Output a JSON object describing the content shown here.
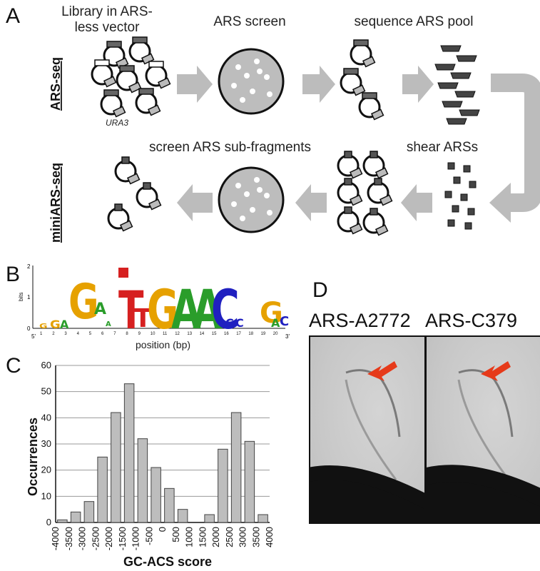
{
  "panels": {
    "A": {
      "letter": "A",
      "labels": {
        "library": "Library in ARS-less vector",
        "ars_screen": "ARS screen",
        "sequence_pool": "sequence ARS pool",
        "screen_subfragments": "screen ARS sub-fragments",
        "shear": "shear ARSs",
        "marker": "URA3",
        "row1": "ARS-seq",
        "row2": "miniARS-seq"
      }
    },
    "B": {
      "letter": "B",
      "ylabel": "bits",
      "yticks": [
        "0",
        "1",
        "2"
      ],
      "xlabel": "position (bp)",
      "positions": [
        "1",
        "2",
        "3",
        "4",
        "5",
        "6",
        "7",
        "8",
        "9",
        "10",
        "11",
        "12",
        "13",
        "14",
        "15",
        "16",
        "17",
        "18",
        "19",
        "20"
      ],
      "end5": "5'",
      "end3": "3'"
    },
    "C": {
      "letter": "C"
    },
    "D": {
      "letter": "D",
      "gels": [
        "ARS-A2772",
        "ARS-C379"
      ]
    }
  },
  "chart_data": {
    "type": "bar",
    "xlabel": "GC-ACS score",
    "ylabel": "Occurrences",
    "ylim": [
      0,
      60
    ],
    "yticks": [
      0,
      10,
      20,
      30,
      40,
      50,
      60
    ],
    "categories": [
      "-4000",
      "-3500",
      "-3000",
      "-2500",
      "-2000",
      "-1500",
      "-1000",
      "-500",
      "0",
      "500",
      "1000",
      "1500",
      "2000",
      "2500",
      "3000",
      "3500",
      "4000"
    ],
    "values": [
      1,
      4,
      8,
      25,
      42,
      53,
      32,
      21,
      13,
      5,
      0,
      3,
      28,
      42,
      31,
      3
    ],
    "grid": true,
    "colors": {
      "bar": "#bdbdbd",
      "bar_edge": "#444444"
    }
  }
}
